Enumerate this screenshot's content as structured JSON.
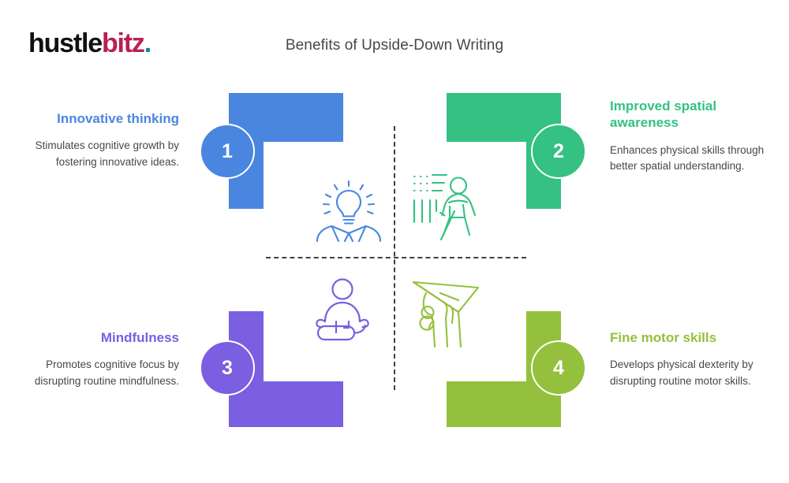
{
  "brand": {
    "part_a": "hustle",
    "part_b": "bitz",
    "part_c": ".",
    "color_a": "#111111",
    "color_b": "#b81f55",
    "color_c": "#1a7fa8"
  },
  "header": {
    "title": "Benefits of Upside-Down Writing",
    "title_color": "#45474a"
  },
  "quadrants": [
    {
      "number": "1",
      "heading": "Innovative thinking",
      "body": "Stimulates cognitive growth by fostering innovative ideas.",
      "color": "#4a86e0",
      "icon": "lightbulb-person-icon",
      "align": "right"
    },
    {
      "number": "2",
      "heading": "Improved spatial awareness",
      "body": "Enhances physical skills through better spatial understanding.",
      "color": "#34c183",
      "icon": "walking-person-cane-icon",
      "align": "left"
    },
    {
      "number": "3",
      "heading": "Mindfulness",
      "body": "Promotes cognitive focus by disrupting routine mindfulness.",
      "color": "#7a5fe0",
      "icon": "meditating-person-icon",
      "align": "right"
    },
    {
      "number": "4",
      "heading": "Fine motor skills",
      "body": "Develops physical dexterity by disrupting routine motor skills.",
      "color": "#93c13d",
      "icon": "hand-paper-plane-icon",
      "align": "left"
    }
  ],
  "divider": {
    "style": "dashed",
    "color": "#3f3f3f"
  }
}
